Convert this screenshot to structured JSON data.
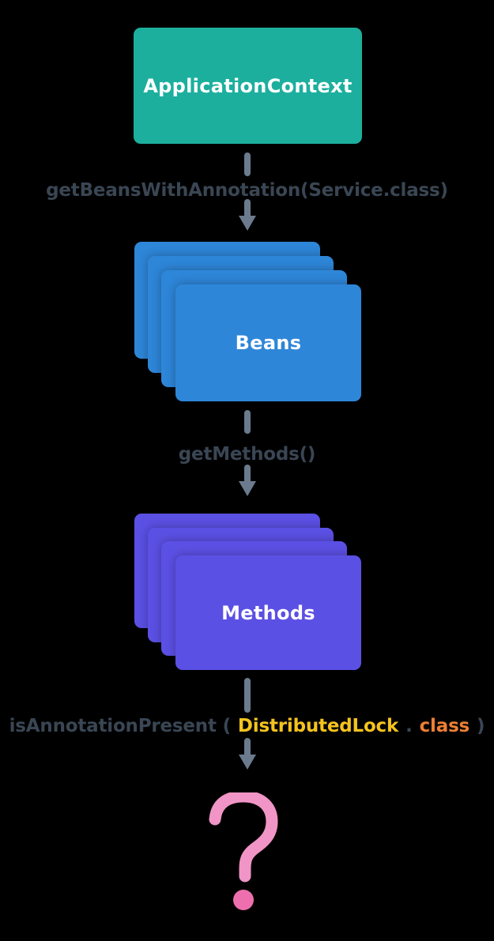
{
  "nodes": {
    "application_context": {
      "label": "ApplicationContext",
      "color": "#1daf9e"
    },
    "beans": {
      "label": "Beans",
      "color": "#2e86d8",
      "card_count": 4
    },
    "methods": {
      "label": "Methods",
      "color": "#5b50e4",
      "card_count": 4
    }
  },
  "edges": {
    "edge1": {
      "label": "getBeansWithAnnotation(Service.class)"
    },
    "edge2": {
      "label": "getMethods()"
    },
    "edge3": {
      "parts": {
        "prefix": "isAnnotationPresent (",
        "annotation": "DistributedLock",
        "dot": ".",
        "klass": "class",
        "close": ")"
      }
    }
  },
  "result": {
    "symbol": "?",
    "hook_color": "#f095c5",
    "dot_color": "#ee6fae"
  },
  "colors": {
    "background": "#000000",
    "arrow": "#6b7b8d",
    "label_text": "#3a4654",
    "node_text": "#ffffff",
    "annotation_yellow": "#f5c31e",
    "class_orange": "#ee7f33"
  }
}
